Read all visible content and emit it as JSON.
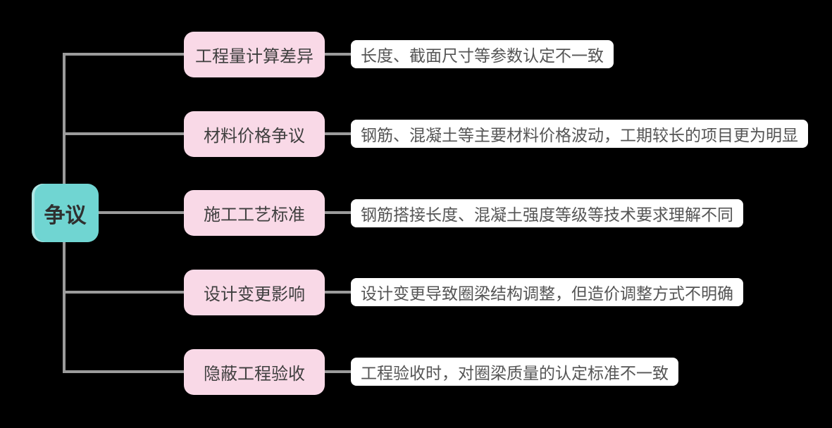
{
  "diagram": {
    "type": "mindmap",
    "root": {
      "label": "争议"
    },
    "branches": [
      {
        "topic": "工程量计算差异",
        "note": "长度、截面尺寸等参数认定不一致"
      },
      {
        "topic": "材料价格争议",
        "note": "钢筋、混凝土等主要材料价格波动，工期较长的项目更为明显"
      },
      {
        "topic": "施工工艺标准",
        "note": "钢筋搭接长度、混凝土强度等级等技术要求理解不同"
      },
      {
        "topic": "设计变更影响",
        "note": "设计变更导致圈梁结构调整，但造价调整方式不明确"
      },
      {
        "topic": "隐蔽工程验收",
        "note": "工程验收时，对圈梁质量的认定标准不一致"
      }
    ],
    "colors": {
      "background": "#000000",
      "root_fill": "#70d5d2",
      "root_left_highlight": "#b5ece9",
      "topic_fill": "#f9d9e7",
      "note_fill": "#ffffff",
      "connector": "#9b9b9b",
      "root_text": "#2f2f2f",
      "topic_text": "#3f3f3f",
      "note_text": "#555555"
    }
  }
}
